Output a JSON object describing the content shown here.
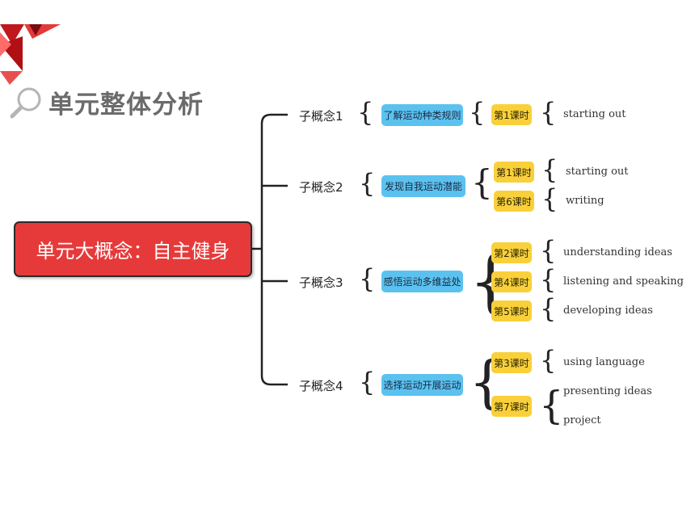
{
  "title": "单元整体分析",
  "central": "单元大概念：自主健身",
  "colors": {
    "central": "#e63a3a",
    "concept": "#5bc2ef",
    "lesson": "#f9d03a",
    "title": "#6b6b6b",
    "accent_red": "#d42a2a"
  },
  "icons": [
    "magnifier-icon"
  ],
  "branches": [
    {
      "label": "子概念1",
      "concept": "了解运动种类规则",
      "lessons": [
        {
          "label": "第1课时",
          "activities": [
            "starting out"
          ]
        }
      ]
    },
    {
      "label": "子概念2",
      "concept": "发现自我运动潜能",
      "lessons": [
        {
          "label": "第1课时",
          "activities": [
            "starting out"
          ]
        },
        {
          "label": "第6课时",
          "activities": [
            "writing"
          ]
        }
      ]
    },
    {
      "label": "子概念3",
      "concept": "感悟运动多维益处",
      "lessons": [
        {
          "label": "第2课时",
          "activities": [
            "understanding ideas"
          ]
        },
        {
          "label": "第4课时",
          "activities": [
            "listening and speaking"
          ]
        },
        {
          "label": "第5课时",
          "activities": [
            "developing ideas"
          ]
        }
      ]
    },
    {
      "label": "子概念4",
      "concept": "选择运动开展运动",
      "lessons": [
        {
          "label": "第3课时",
          "activities": [
            "using language"
          ]
        },
        {
          "label": "第7课时",
          "activities": [
            "presenting ideas",
            "project"
          ]
        }
      ]
    }
  ]
}
